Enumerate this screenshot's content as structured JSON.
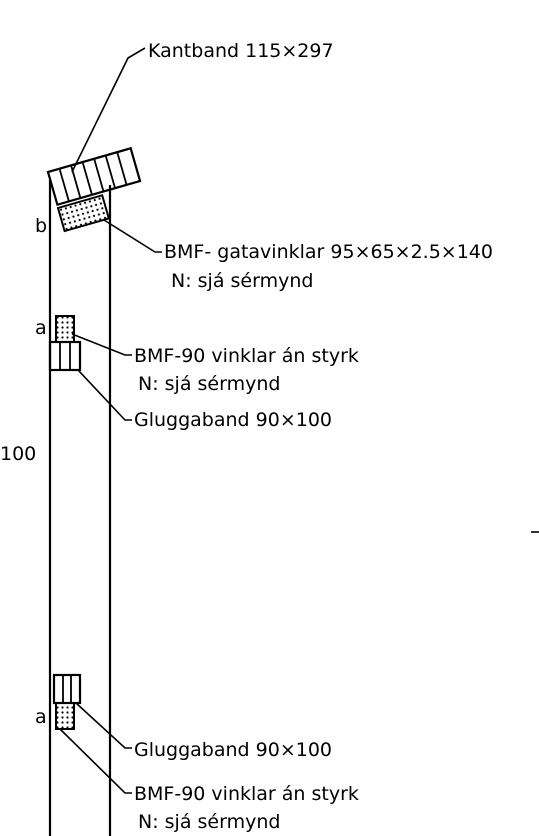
{
  "labels": {
    "kantband": "Kantband 115×297",
    "gatavinklar_line1": "BMF- gatavinklar 95×65×2.5×140",
    "gatavinklar_line2": "N: sjá sérmynd",
    "vinklar_top_line1": "BMF-90 vinklar án styrk",
    "vinklar_top_line2": "N: sjá sérmynd",
    "gluggaband_top": "Gluggaband 90×100",
    "gluggaband_bottom": "Gluggaband 90×100",
    "vinklar_bottom_line1": "BMF-90 vinklar án styrk",
    "vinklar_bottom_line2": "N: sjá sérmynd",
    "mark_b": "b",
    "mark_a_top": "a",
    "mark_a_bottom": "a",
    "dimension_100": "100"
  }
}
